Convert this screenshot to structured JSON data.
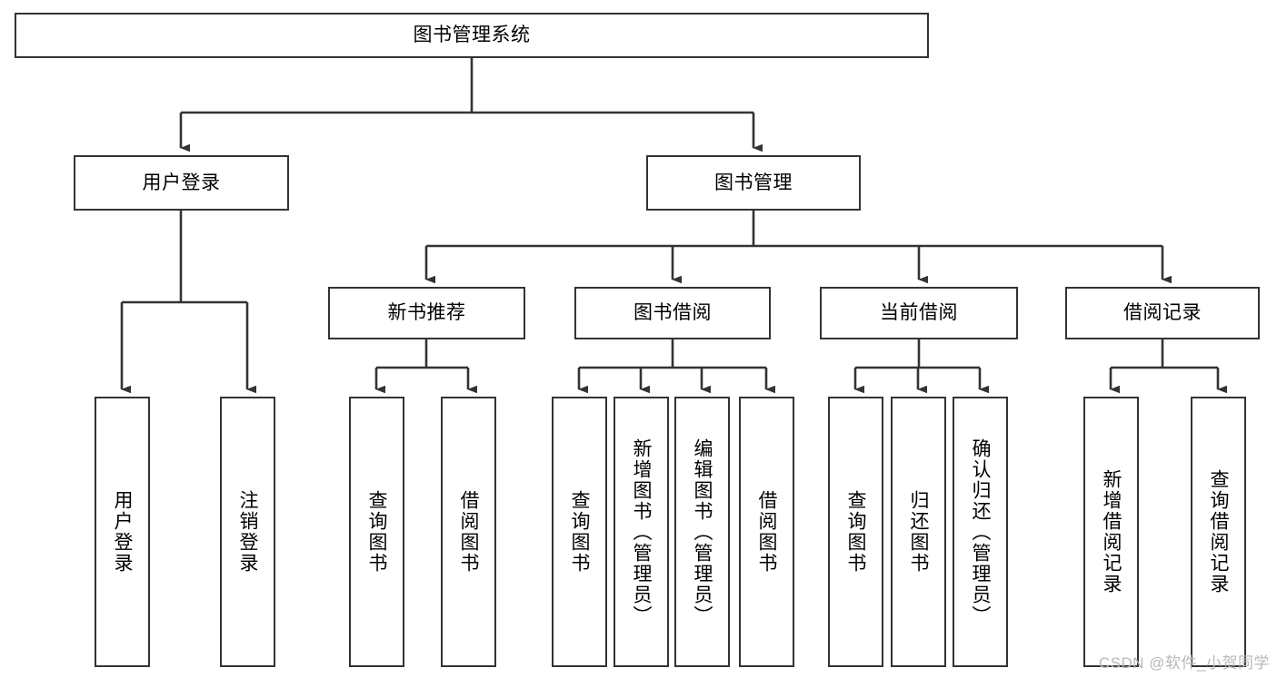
{
  "diagram": {
    "type": "tree",
    "title": "图书管理系统",
    "style": {
      "box_border_color": "#333333",
      "box_fill_color": "#ffffff",
      "edge_color": "#333333",
      "text_color": "#000000",
      "watermark_color": "#b8b8b8"
    },
    "watermark": "CSDN @软件_小贺同学",
    "nodes": {
      "root": {
        "label": "图书管理系统"
      },
      "level1": [
        {
          "label": "用户登录"
        },
        {
          "label": "图书管理"
        }
      ],
      "level2": [
        {
          "label": "新书推荐"
        },
        {
          "label": "图书借阅"
        },
        {
          "label": "当前借阅"
        },
        {
          "label": "借阅记录"
        }
      ],
      "leaves_user_login": [
        {
          "label": "用户登录"
        },
        {
          "label": "注销登录"
        }
      ],
      "leaves_new_book": [
        {
          "label": "查询图书"
        },
        {
          "label": "借阅图书"
        }
      ],
      "leaves_borrow": [
        {
          "label": "查询图书"
        },
        {
          "label": "新增图书（管理员）"
        },
        {
          "label": "编辑图书（管理员）"
        },
        {
          "label": "借阅图书"
        }
      ],
      "leaves_current": [
        {
          "label": "查询图书"
        },
        {
          "label": "归还图书"
        },
        {
          "label": "确认归还（管理员）"
        }
      ],
      "leaves_record": [
        {
          "label": "新增借阅记录"
        },
        {
          "label": "查询借阅记录"
        }
      ]
    }
  }
}
